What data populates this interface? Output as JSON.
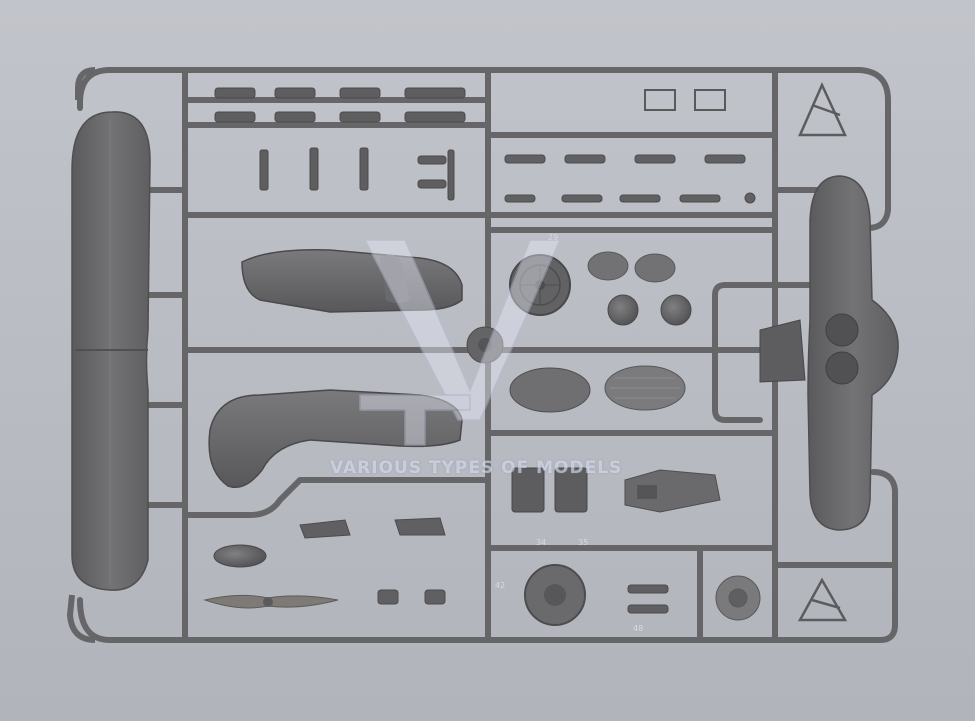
{
  "watermark": {
    "text": "VARIOUS TYPES OF MODELS",
    "logo": "VT-monogram"
  },
  "colors": {
    "background": "#b9bcc3",
    "plastic": "#6b6b6d",
    "plastic_light": "#7d7c7d",
    "plastic_dark": "#4e4e50"
  },
  "part_numbers": [
    "29",
    "34",
    "35",
    "42",
    "48"
  ]
}
